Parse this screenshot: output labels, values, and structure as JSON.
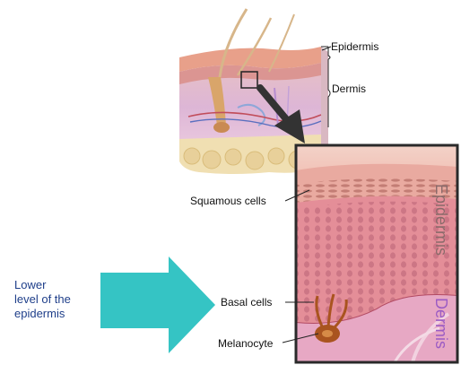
{
  "labels": {
    "epidermis": "Epidermis",
    "dermis": "Dermis",
    "squamous_cells": "Squamous cells",
    "basal_cells": "Basal cells",
    "melanocyte": "Melanocyte",
    "zoom_epidermis": "Epidermis",
    "zoom_dermis": "Dermis"
  },
  "callout": {
    "line1": "Lower",
    "line2": "level of the",
    "line3": "epidermis"
  },
  "colors": {
    "arrow": "#35c4c4",
    "callout_text": "#1f3f8a",
    "zoom_epidermis_label": "#8a6a6a",
    "zoom_dermis_label": "#9b5bc4",
    "frame": "#2a2a2a"
  }
}
